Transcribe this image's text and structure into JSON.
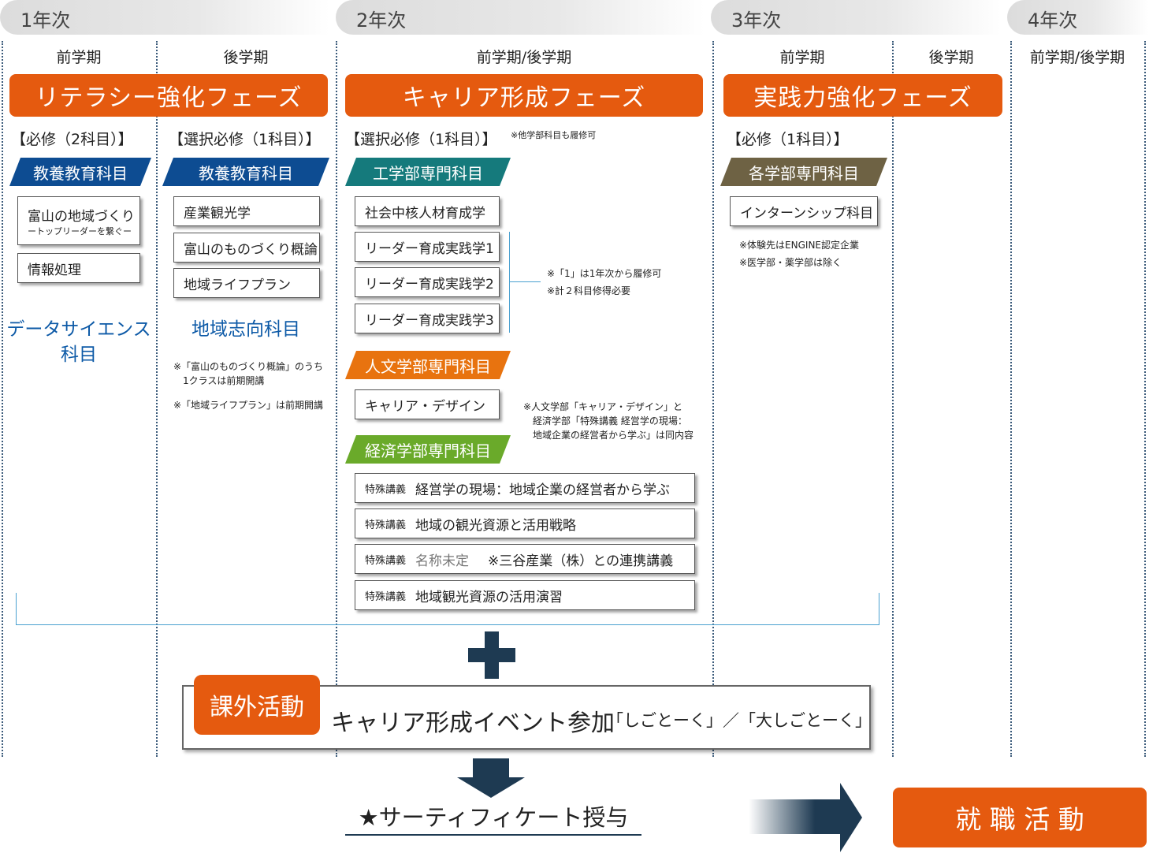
{
  "years": [
    "1年次",
    "2年次",
    "3年次",
    "4年次"
  ],
  "semesters": {
    "y1_first": "前学期",
    "y1_second": "後学期",
    "y2": "前学期/後学期",
    "y3_first": "前学期",
    "y3_second": "後学期",
    "y4": "前学期/後学期"
  },
  "phases": {
    "literacy": "リテラシー強化フェーズ",
    "career": "キャリア形成フェーズ",
    "practice": "実践力強化フェーズ"
  },
  "col1": {
    "requirement": "【必修（2科目）】",
    "banner": "教養教育科目",
    "items": [
      {
        "title": "富山の地域づくり",
        "sub": "ートップリーダーを繋ぐー"
      },
      {
        "title": "情報処理"
      }
    ],
    "category_line1": "データサイエンス",
    "category_line2": "科目"
  },
  "col2": {
    "requirement": "【選択必修（1科目）】",
    "banner": "教養教育科目",
    "items": [
      "産業観光学",
      "富山のものづくり概論",
      "地域ライフプラン"
    ],
    "category": "地域志向科目",
    "note1_line1": "※「富山のものづくり概論」のうち",
    "note1_line2": "1クラスは前期開講",
    "note2": "※「地域ライフプラン」は前期開講"
  },
  "col3": {
    "requirement": "【選択必修（1科目）】",
    "requirement_note": "※他学部科目も履修可",
    "eng_banner": "工学部専門科目",
    "eng_items": [
      "社会中核人材育成学",
      "リーダー育成実践学1",
      "リーダー育成実践学2",
      "リーダー育成実践学3"
    ],
    "eng_note1": "※「1」は1年次から履修可",
    "eng_note2": "※計２科目修得必要",
    "hum_banner": "人文学部専門科目",
    "hum_items": [
      "キャリア・デザイン"
    ],
    "hum_note1": "※人文学部「キャリア・デザイン」と",
    "hum_note2": "経済学部「特殊講義 経営学の現場：",
    "hum_note3": "地域企業の経営者から学ぶ」は同内容",
    "eco_banner": "経済学部専門科目",
    "eco_prefix": "特殊講義",
    "eco_items": [
      {
        "name": "経営学の現場：地域企業の経営者から学ぶ"
      },
      {
        "name": "地域の観光資源と活用戦略"
      },
      {
        "name": "名称未定",
        "extra": "※三谷産業（株）との連携講義"
      },
      {
        "name": "地域観光資源の活用演習"
      }
    ]
  },
  "col4": {
    "requirement": "【必修（1科目）】",
    "banner": "各学部専門科目",
    "items": [
      "インターンシップ科目"
    ],
    "note1": "※体験先はENGINE認定企業",
    "note2": "※医学部・薬学部は除く"
  },
  "extra": {
    "label": "課外活動",
    "event": "キャリア形成イベント参加",
    "event_names": "「しごとーく」／「大しごとーく」"
  },
  "certificate": "★サーティフィケート授与",
  "job": "就 職 活 動",
  "colors": {
    "phase_orange": "#e55a0f",
    "navy": "#0d4c92",
    "teal": "#157a7c",
    "orange_banner": "#e8730f",
    "green": "#6aaa2a",
    "brown": "#6e6244",
    "dark_navy": "#1e3a52",
    "blue_text": "#0d5aa7"
  }
}
